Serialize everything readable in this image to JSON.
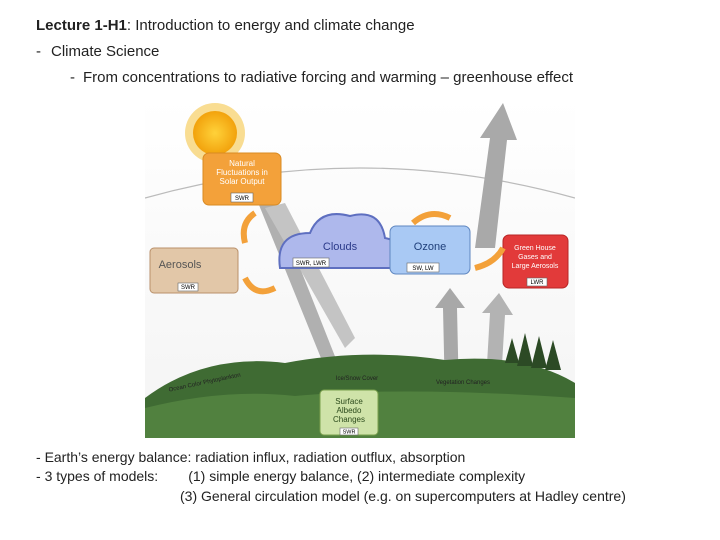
{
  "header": {
    "lecture_code": "Lecture 1-H1",
    "lecture_title": ": Introduction to energy and climate change",
    "bullet1": "Climate Science",
    "bullet2": "From concentrations to radiative forcing  and warming – greenhouse effect",
    "bullet_dash": "-"
  },
  "diagram": {
    "solar": "Natural Fluctuations in Solar Output",
    "clouds": "Clouds",
    "ozone": "Ozone",
    "ghg": "Green House Gases and Large Aerosols",
    "aerosols": "Aerosols",
    "surface": "Surface Albedo Changes",
    "tag_swr": "SWR",
    "tag_lwr": "LWR",
    "tag_swr_lwr": "SWR, LWR",
    "tag_sw_lw": "SW, LW",
    "ice_snow": "Ice/Snow Cover",
    "vegetation": "Vegetation Changes",
    "ocean": "Ocean Color Phytoplankton",
    "colors": {
      "orange": "#f3a13a",
      "blue": "#5e6fc0",
      "red": "#e33a3a",
      "grey_arrow": "#9a9a9a",
      "ground": "#3f6b33"
    }
  },
  "footer": {
    "line1_dash": "-",
    "line1": "Earth’s energy balance: radiation influx, radiation outflux, absorption",
    "line2_dash": "-",
    "line2_a": "3 types of models:",
    "line2_b": "(1) simple energy balance, (2) intermediate complexity",
    "line3": "(3) General circulation model (e.g. on supercomputers at Hadley centre)"
  }
}
